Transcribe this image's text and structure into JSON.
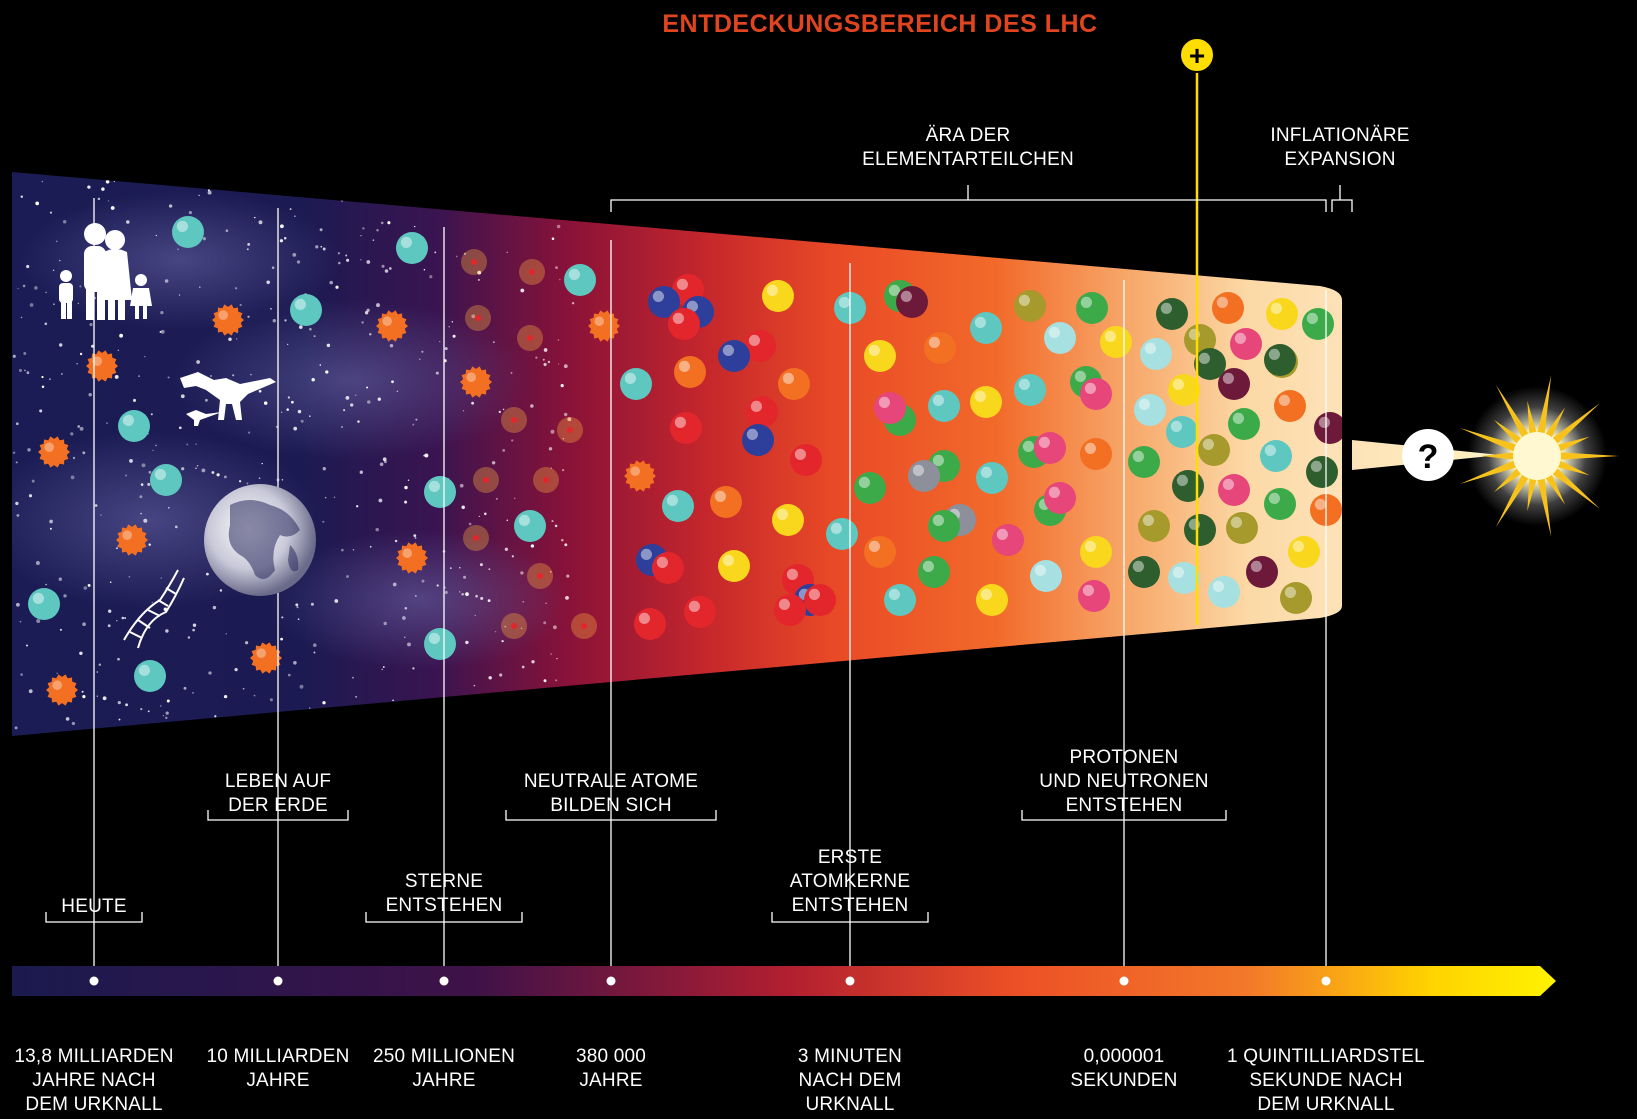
{
  "title": "ENTDECKUNGSBEREICH DES LHC",
  "plus_symbol": "+",
  "question_symbol": "?",
  "eras": [
    {
      "lines": [
        "ÄRA DER",
        "ELEMENTARTEILCHEN"
      ]
    },
    {
      "lines": [
        "INFLATIONÄRE",
        "EXPANSION"
      ]
    }
  ],
  "events": [
    {
      "lines": [
        "HEUTE"
      ]
    },
    {
      "lines": [
        "LEBEN AUF",
        "DER ERDE"
      ]
    },
    {
      "lines": [
        "STERNE",
        "ENTSTEHEN"
      ]
    },
    {
      "lines": [
        "NEUTRALE ATOME",
        "BILDEN SICH"
      ]
    },
    {
      "lines": [
        "ERSTE",
        "ATOMKERNE",
        "ENTSTEHEN"
      ]
    },
    {
      "lines": [
        "PROTONEN",
        "UND NEUTRONEN",
        "ENTSTEHEN"
      ]
    }
  ],
  "times": [
    {
      "lines": [
        "13,8 MILLIARDEN",
        "JAHRE NACH",
        "DEM URKNALL"
      ]
    },
    {
      "lines": [
        "10 MILLIARDEN",
        "JAHRE"
      ]
    },
    {
      "lines": [
        "250 MILLIONEN",
        "JAHRE"
      ]
    },
    {
      "lines": [
        "380 000",
        "JAHRE"
      ]
    },
    {
      "lines": [
        "3 MINUTEN",
        "NACH DEM",
        "URKNALL"
      ]
    },
    {
      "lines": [
        "0,000001",
        "SEKUNDEN"
      ]
    },
    {
      "lines": [
        "1 QUINTILLIARDSTEL",
        "SEKUNDE NACH",
        "DEM URKNALL"
      ]
    }
  ],
  "colors": {
    "space": "#1a1a4e",
    "hot": "#f05a28",
    "early": "#fbd5a0",
    "lhc_line": "#ffdd00",
    "title": "#e0451f"
  },
  "icons": [
    "family-icon",
    "dinosaur-icon",
    "earth-icon",
    "dna-icon",
    "big-bang-icon"
  ]
}
